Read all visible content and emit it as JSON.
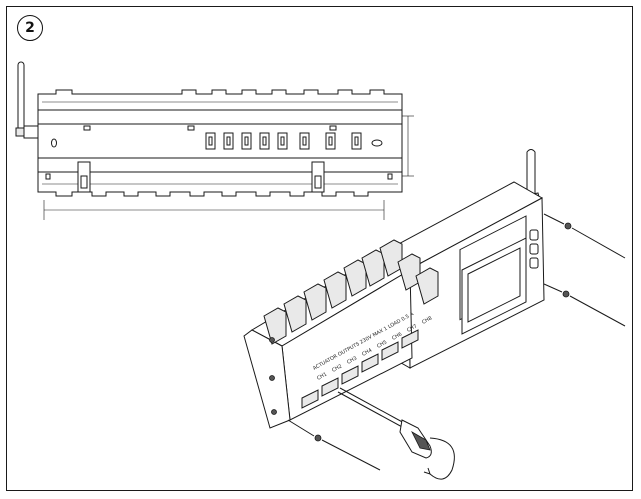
{
  "step": {
    "number": "2"
  },
  "device_labels": {
    "header": "ACTUATOR OUTPUTS 230V MAX 1 LOAD 0.5 A",
    "channels": [
      "CH1",
      "CH2",
      "CH3",
      "CH4",
      "CH5",
      "CH6",
      "CH7",
      "CH8"
    ]
  }
}
